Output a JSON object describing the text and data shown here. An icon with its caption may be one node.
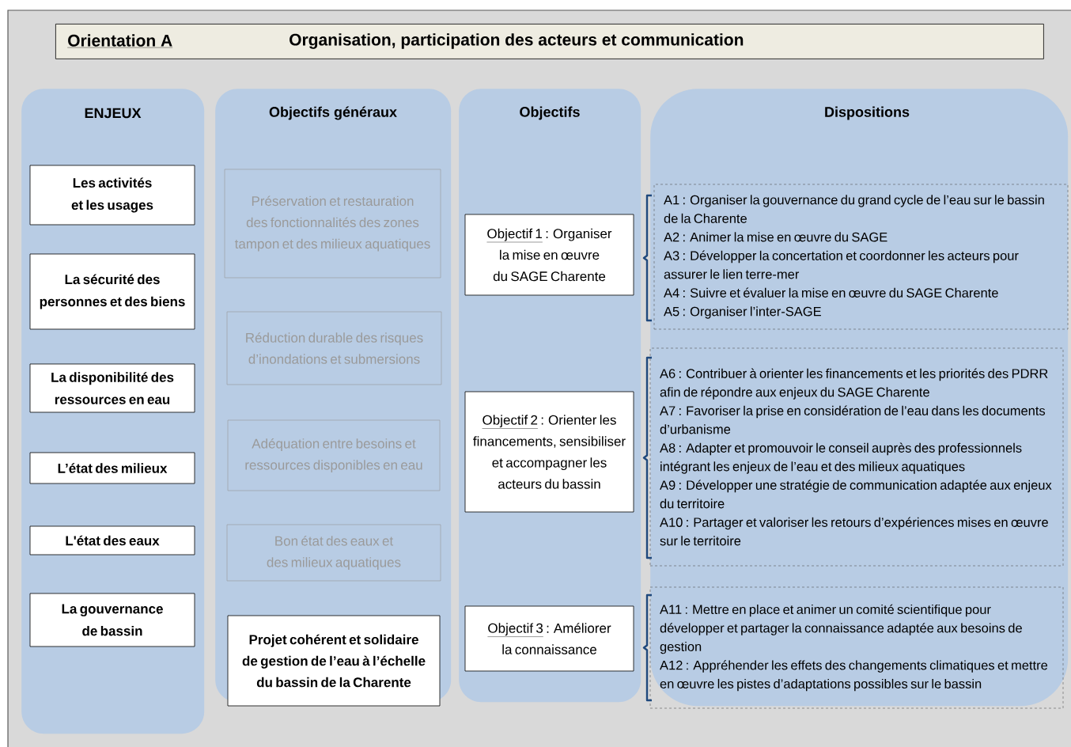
{
  "diagram": {
    "nodes": [
      {
        "text": [
          "Orientation A",
          "Organisation, participation des acteurs et communication"
        ]
      },
      {
        "text": [
          "ENJEUX"
        ]
      },
      {
        "text": [
          "Les activités et les usages"
        ],
        "in": 1
      },
      {
        "text": [
          "La sécurité des personnes et des biens"
        ],
        "in": 1
      },
      {
        "text": [
          "La disponibilité des ressources en eau"
        ],
        "in": 1
      },
      {
        "text": [
          "L’état des milieux"
        ],
        "in": 1
      },
      {
        "text": [
          "L'état des eaux"
        ],
        "in": 1
      },
      {
        "text": [
          "La gouvernance de bassin"
        ],
        "in": 1
      },
      {
        "text": [
          "Objectifs généraux"
        ]
      },
      {
        "text": [
          "Préservation et restauration des fonctionnalités des zones tampon et des milieux aquatiques"
        ],
        "in": 8
      },
      {
        "text": [
          "Réduction durable des risques d’inondations et submersions"
        ],
        "in": 8
      },
      {
        "text": [
          "Adéquation entre besoins et ressources disponibles en eau"
        ],
        "in": 8
      },
      {
        "text": [
          "Bon état des eaux et des milieux aquatiques"
        ],
        "in": 8
      },
      {
        "text": [
          "Projet cohérent et solidaire de gestion de l’eau à l’échelle du bassin de la Charente"
        ],
        "in": 8
      },
      {
        "text": [
          "Objectifs"
        ]
      },
      {
        "text": [
          "Objectif 1",
          ": Organiser la mise en œuvre du SAGE Charente"
        ],
        "in": 14
      },
      {
        "text": [
          "Objectif 2",
          ": Orienter les financements, sensibiliser et accompagner les acteurs du bassin"
        ],
        "in": 14
      },
      {
        "text": [
          "Objectif 3",
          ": Améliorer la connaissance"
        ],
        "in": 14
      },
      {
        "text": [
          "Dispositions"
        ]
      },
      {
        "text": [
          "A1 : Organiser la gouvernance du grand cycle de l’eau sur le bassin de la Charente",
          "A2 : Animer la mise en œuvre du SAGE",
          "A3 : Développer la concertation et coordonner les acteurs pour assurer le lien terre-mer",
          "A4 : Suivre et évaluer la mise en œuvre du SAGE Charente",
          "A5 : Organiser l’inter-SAGE"
        ],
        "in": 18
      },
      {
        "text": [
          "A6 : Contribuer à orienter les financements et les priorités des PDRR afin de répondre aux enjeux du SAGE Charente",
          "A7 : Favoriser la prise en considération de l’eau dans les documents d’urbanisme",
          "A8 : Adapter et promouvoir le conseil auprès des professionnels intégrant les enjeux de l’eau et des milieux aquatiques",
          "A9 : Développer une stratégie de communication adaptée aux enjeux du territoire",
          "A10 : Partager et valoriser les retours d’expériences mises en œuvre sur le territoire"
        ],
        "in": 18
      },
      {
        "text": [
          "A11 : Mettre en place et animer un comité scientifique pour développer et partager la connaissance adaptée aux besoins de gestion",
          "A12 : Appréhender les effets des changements climatiques et mettre en œuvre les pistes d’adaptations possibles sur le bassin"
        ],
        "in": 18
      }
    ]
  }
}
